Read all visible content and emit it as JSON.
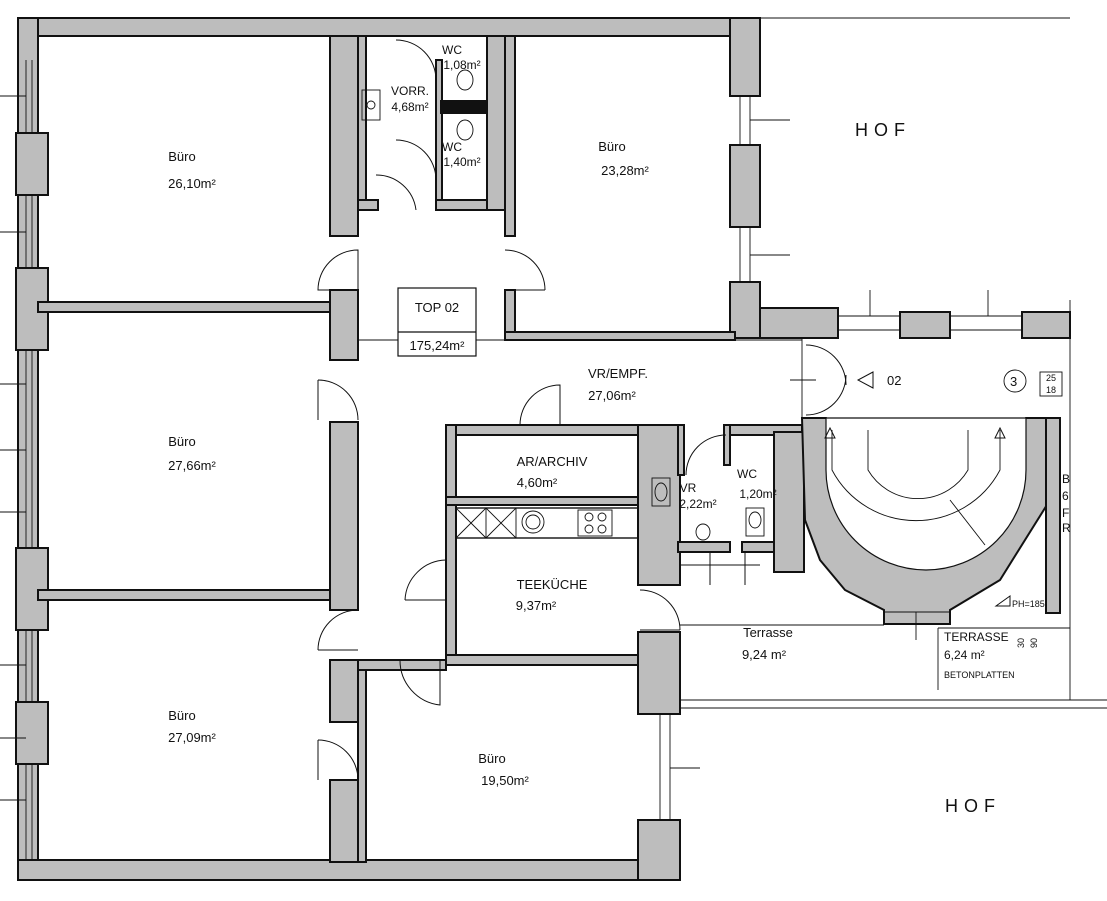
{
  "plan": {
    "unit": {
      "name": "TOP 02",
      "area": "175,24m²"
    },
    "rooms": [
      {
        "id": "buero_nw",
        "name": "Büro",
        "area": "26,10m²"
      },
      {
        "id": "vorraum_wc",
        "name": "VORR.",
        "area": "4,68m²"
      },
      {
        "id": "wc_top",
        "name": "WC",
        "area": "1,08m²"
      },
      {
        "id": "wc_mid",
        "name": "WC",
        "area": "1,40m²"
      },
      {
        "id": "buero_ne",
        "name": "Büro",
        "area": "23,28m²"
      },
      {
        "id": "buero_w",
        "name": "Büro",
        "area": "27,66m²"
      },
      {
        "id": "empfang",
        "name": "VR/EMPF.",
        "area": "27,06m²"
      },
      {
        "id": "archiv",
        "name": "AR/ARCHIV",
        "area": "4,60m²"
      },
      {
        "id": "vr_small",
        "name": "VR",
        "area": "2,22m²"
      },
      {
        "id": "wc_small",
        "name": "WC",
        "area": "1,20m²"
      },
      {
        "id": "teekueche",
        "name": "TEEKÜCHE",
        "area": "9,37m²"
      },
      {
        "id": "terrasse",
        "name": "Terrasse",
        "area": "9,24 m²"
      },
      {
        "id": "terrasse2",
        "name": "TERRASSE",
        "area": "6,24 m²",
        "note": "BETONPLATTEN"
      },
      {
        "id": "buero_sw",
        "name": "Büro",
        "area": "27,09m²"
      },
      {
        "id": "buero_s",
        "name": "Büro",
        "area": "19,50m²"
      }
    ],
    "courtyards": [
      "HOF",
      "HOF"
    ],
    "entrance": {
      "marker": "02",
      "stair": "3",
      "steps_top": "25",
      "steps_bottom": "18"
    },
    "annotations": {
      "ph": "PH=185",
      "dim_a": "30",
      "dim_b": "90",
      "cut_letters": [
        "B",
        "6",
        "F",
        "R"
      ]
    }
  }
}
